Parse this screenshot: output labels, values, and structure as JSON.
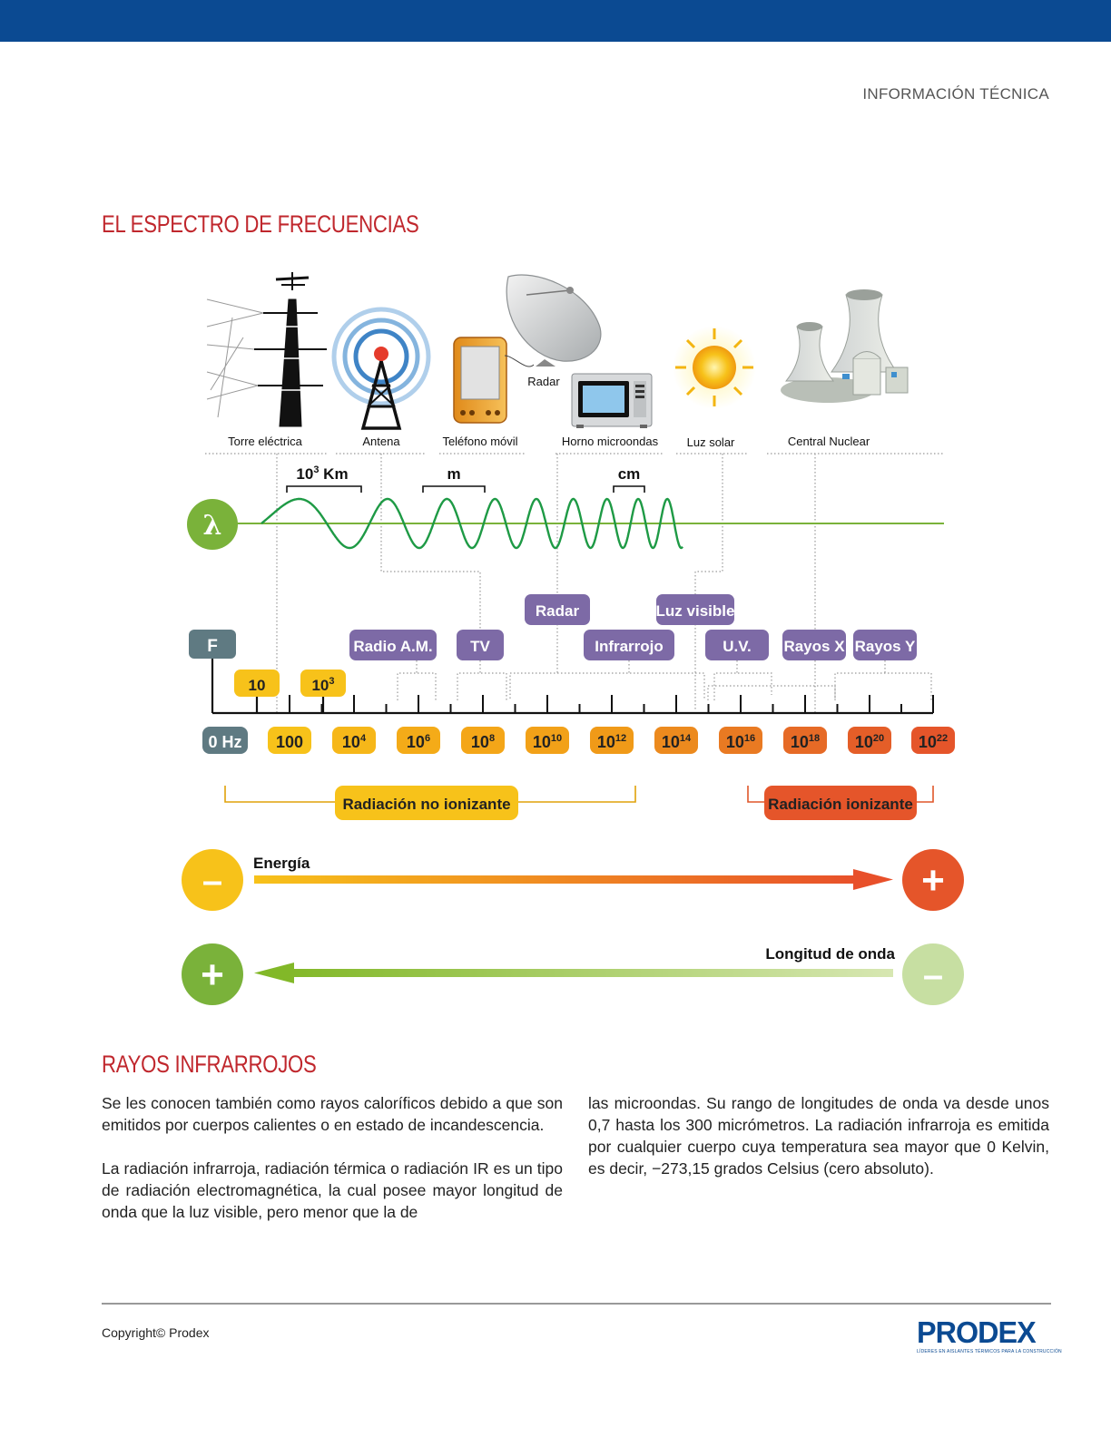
{
  "header": {
    "section_label": "INFORMACIÓN TÉCNICA"
  },
  "title": "EL ESPECTRO DE FRECUENCIAS",
  "colors": {
    "topbar": "#0b4a92",
    "title": "#c0272d",
    "purple": "#7d6aa6",
    "gray": "#5f7a82",
    "green": "#7ab23a",
    "wave": "#1e9a45"
  },
  "sources": [
    {
      "label": "Torre eléctrica",
      "icon": "power-tower-icon"
    },
    {
      "label": "Antena",
      "icon": "antenna-icon"
    },
    {
      "label": "Teléfono móvil",
      "icon": "mobile-phone-icon"
    },
    {
      "label": "Radar",
      "icon": "satellite-dish-icon"
    },
    {
      "label": "Horno microondas",
      "icon": "microwave-icon"
    },
    {
      "label": "Luz solar",
      "icon": "sun-icon"
    },
    {
      "label": "Central Nuclear",
      "icon": "nuclear-plant-icon"
    }
  ],
  "wavelength": {
    "symbol": "λ",
    "scales": [
      {
        "base": "10",
        "exp": "3",
        "unit": " Km"
      },
      {
        "base": "m",
        "exp": "",
        "unit": ""
      },
      {
        "base": "cm",
        "exp": "",
        "unit": ""
      }
    ]
  },
  "frequency_symbol": "F",
  "bands": [
    "Radio A.M.",
    "TV",
    "Radar",
    "Infrarrojo",
    "Luz visible",
    "U.V.",
    "Rayos X",
    "Rayos Y"
  ],
  "upper_ticks": [
    {
      "base": "10",
      "exp": ""
    },
    {
      "base": "10",
      "exp": "3"
    }
  ],
  "scale_ticks": [
    {
      "base": "0 Hz",
      "exp": ""
    },
    {
      "base": "100",
      "exp": ""
    },
    {
      "base": "10",
      "exp": "4"
    },
    {
      "base": "10",
      "exp": "6"
    },
    {
      "base": "10",
      "exp": "8"
    },
    {
      "base": "10",
      "exp": "10"
    },
    {
      "base": "10",
      "exp": "12"
    },
    {
      "base": "10",
      "exp": "14"
    },
    {
      "base": "10",
      "exp": "16"
    },
    {
      "base": "10",
      "exp": "18"
    },
    {
      "base": "10",
      "exp": "20"
    },
    {
      "base": "10",
      "exp": "22"
    }
  ],
  "radiation": {
    "non_ionizing": "Radiación no ionizante",
    "ionizing": "Radiación ionizante"
  },
  "energy": {
    "label": "Energía",
    "low_symbol": "–",
    "high_symbol": "+"
  },
  "wave_length": {
    "label": "Longitud de onda",
    "low_symbol": "–",
    "high_symbol": "+"
  },
  "section2": {
    "title": "RAYOS INFRARROJOS",
    "paragraphs": [
      "Se les conocen también como rayos caloríficos debido a que son emitidos por cuerpos calientes o en estado de incandescencia.",
      "La radiación infrarroja, radiación térmica o radiación IR es un tipo de radiación electromagnética, la cual posee mayor longitud de onda que la luz visible, pero menor que la de las microondas. Su rango de longitudes de onda va desde unos 0,7 hasta los 300 micrómetros. La radiación infrarroja es emitida por cualquier cuerpo cuya temperatura sea mayor que 0 Kelvin, es decir, −273,15 grados Celsius (cero absoluto)."
    ]
  },
  "footer": {
    "copyright": "Copyright© Prodex",
    "logo": "PRODEX",
    "logo_tagline": "LÍDERES EN AISLANTES TÉRMICOS PARA LA CONSTRUCCIÓN"
  }
}
